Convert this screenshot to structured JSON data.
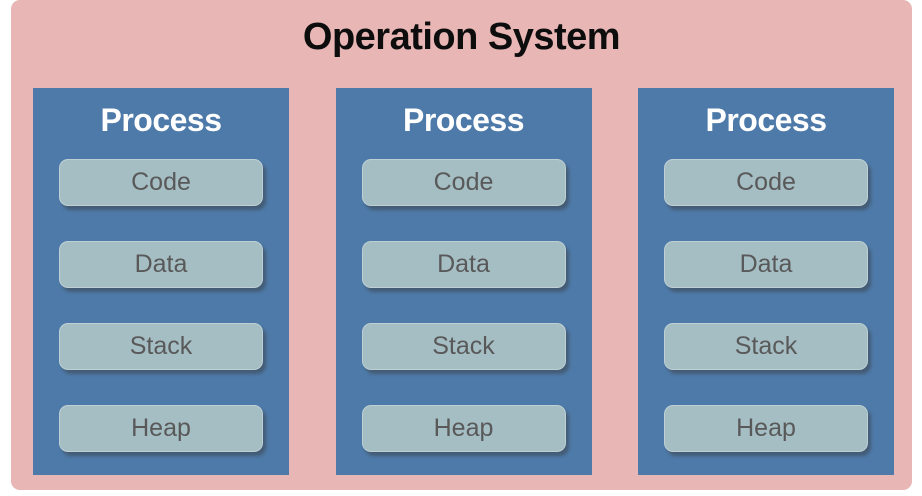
{
  "title": "Operation System",
  "processes": [
    {
      "label": "Process",
      "segments": [
        "Code",
        "Data",
        "Stack",
        "Heap"
      ]
    },
    {
      "label": "Process",
      "segments": [
        "Code",
        "Data",
        "Stack",
        "Heap"
      ]
    },
    {
      "label": "Process",
      "segments": [
        "Code",
        "Data",
        "Stack",
        "Heap"
      ]
    }
  ],
  "colors": {
    "panel_bg": "#e7b6b5",
    "process_bg": "#4e7aa9",
    "segment_bg": "#a5bec4",
    "segment_text": "#595959",
    "title_text": "#0d0d0d",
    "process_title_text": "#ffffff"
  }
}
